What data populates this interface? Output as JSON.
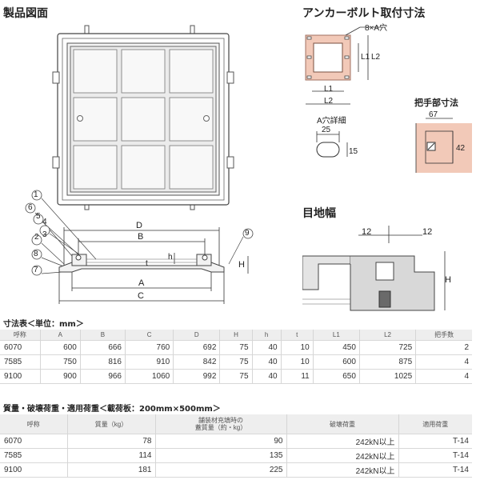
{
  "headings": {
    "product_drawing": "製品図面",
    "anchor_bolt": "アンカーボルト取付寸法",
    "handle": "把手部寸法",
    "joint_width": "目地幅",
    "dimension_table": "寸法表＜単位：mm＞",
    "weight_table": "質量・破壊荷重・適用荷重＜載荷板：200mm×500mm＞"
  },
  "anchor": {
    "hole_label": "8×A穴",
    "l1": "L1",
    "l2": "L2",
    "hole_detail": "A穴詳細",
    "hole_w": "25",
    "hole_h": "15"
  },
  "handle": {
    "w": "67",
    "h": "42"
  },
  "joint": {
    "left": "12",
    "right": "12",
    "h": "H"
  },
  "section": {
    "d": "D",
    "b": "B",
    "a": "A",
    "c": "C",
    "h_small": "h",
    "t": "t",
    "h": "H",
    "callouts": [
      "1",
      "2",
      "3",
      "4",
      "5",
      "6",
      "7",
      "8",
      "9"
    ]
  },
  "dim_table": {
    "headers": [
      "呼称",
      "A",
      "B",
      "C",
      "D",
      "H",
      "h",
      "t",
      "L1",
      "L2",
      "把手数"
    ],
    "rows": [
      [
        "6070",
        "600",
        "666",
        "760",
        "692",
        "75",
        "40",
        "10",
        "450",
        "725",
        "2"
      ],
      [
        "7585",
        "750",
        "816",
        "910",
        "842",
        "75",
        "40",
        "10",
        "600",
        "875",
        "4"
      ],
      [
        "9100",
        "900",
        "966",
        "1060",
        "992",
        "75",
        "40",
        "11",
        "650",
        "1025",
        "4"
      ]
    ]
  },
  "weight_table": {
    "headers": [
      "呼称",
      "質量（kg）",
      "舗装材充填時の",
      "蓋質量（約・kg）",
      "破壊荷重",
      "適用荷重"
    ],
    "rows": [
      [
        "6070",
        "78",
        "90",
        "242kN以上",
        "T-14"
      ],
      [
        "7585",
        "114",
        "135",
        "242kN以上",
        "T-14"
      ],
      [
        "9100",
        "181",
        "225",
        "242kN以上",
        "T-14"
      ]
    ]
  }
}
